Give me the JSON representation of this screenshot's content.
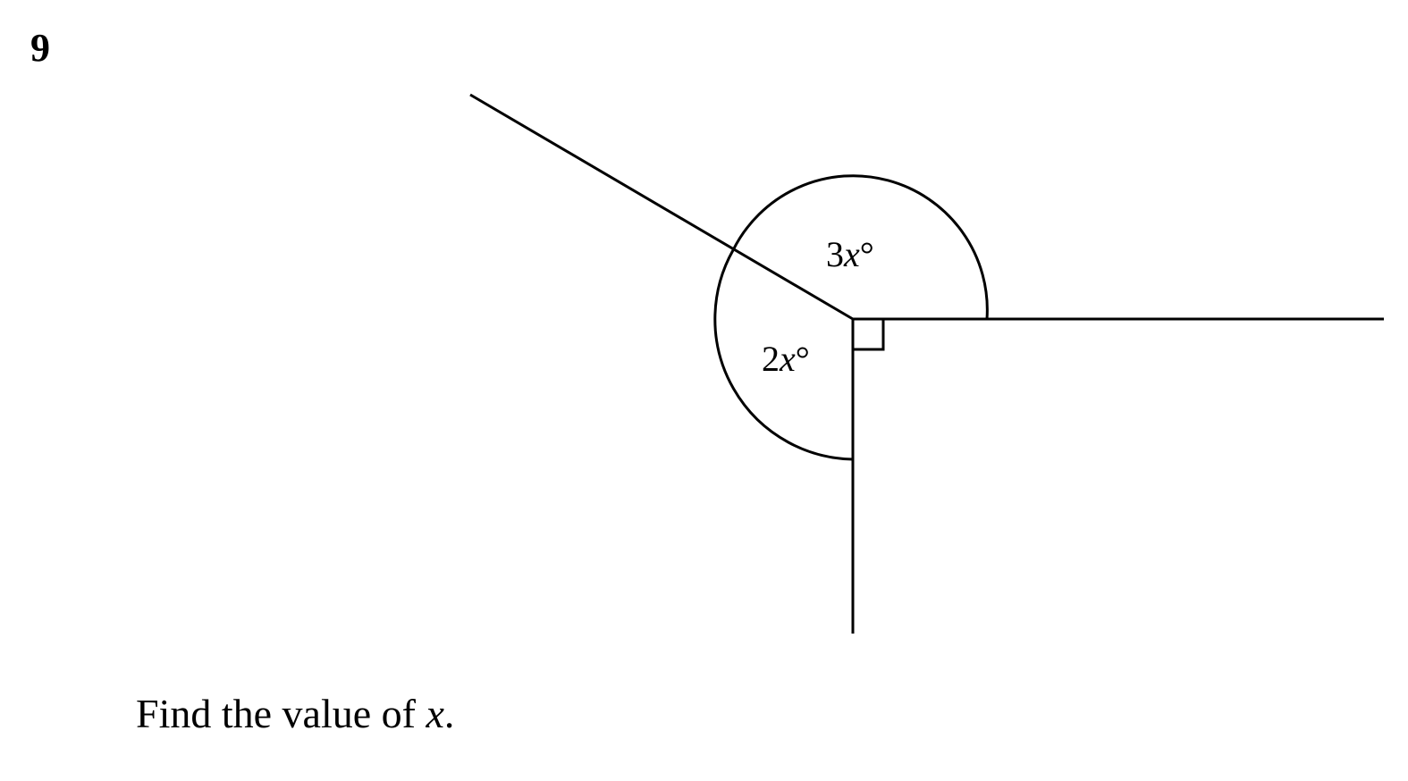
{
  "question": {
    "number": "9",
    "prompt_before": "Find the value of ",
    "prompt_variable": "x",
    "prompt_after": "."
  },
  "diagram": {
    "angles": {
      "upper": {
        "coefficient": "3",
        "variable": "x",
        "unit": "°"
      },
      "lower": {
        "coefficient": "2",
        "variable": "x",
        "unit": "°"
      },
      "right_angle_marker": true
    }
  }
}
